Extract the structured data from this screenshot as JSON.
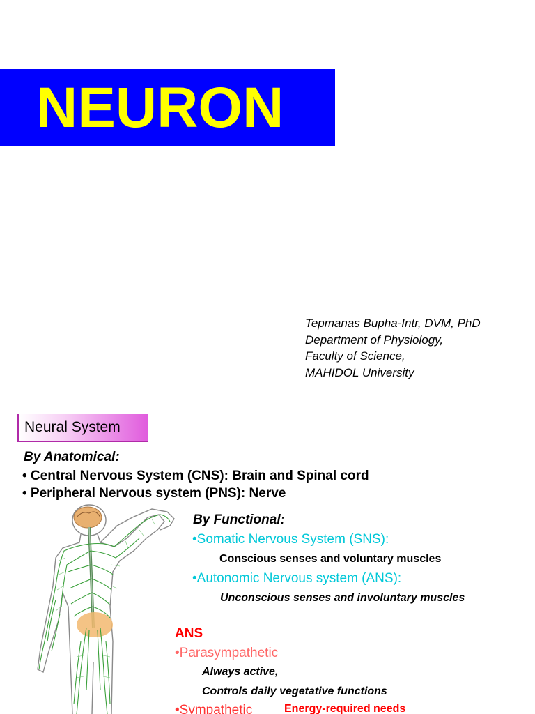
{
  "title": "NEURON",
  "author": {
    "line1": "Tepmanas  Bupha-Intr, DVM, PhD",
    "line2": "Department of Physiology,",
    "line3": "Faculty of Science,",
    "line4": "MAHIDOL University"
  },
  "section": {
    "header": "Neural System",
    "anatomical_heading": "By Anatomical:",
    "anatomical_items": [
      "• Central Nervous System (CNS): Brain and Spinal cord",
      "• Peripheral Nervous system (PNS): Nerve"
    ],
    "functional_heading": "By Functional:",
    "sns_label": "•Somatic Nervous System (SNS):",
    "sns_desc": "Conscious senses and voluntary muscles",
    "ans_label": "•Autonomic Nervous system (ANS):",
    "ans_desc": "Unconscious senses and involuntary muscles",
    "ans_heading": "ANS",
    "parasympathetic_label": "•Parasympathetic",
    "parasympathetic_desc1": "Always active,",
    "parasympathetic_desc2": "Controls daily vegetative functions",
    "sympathetic_label": "•Sympathetic",
    "sympathetic_desc": "Energy-required needs"
  },
  "colors": {
    "banner_bg": "#0000ff",
    "title_text": "#ffff00",
    "functional_labels": "#00c8d8",
    "ans_heading": "#ff0000",
    "parasympathetic": "#ff6666"
  }
}
